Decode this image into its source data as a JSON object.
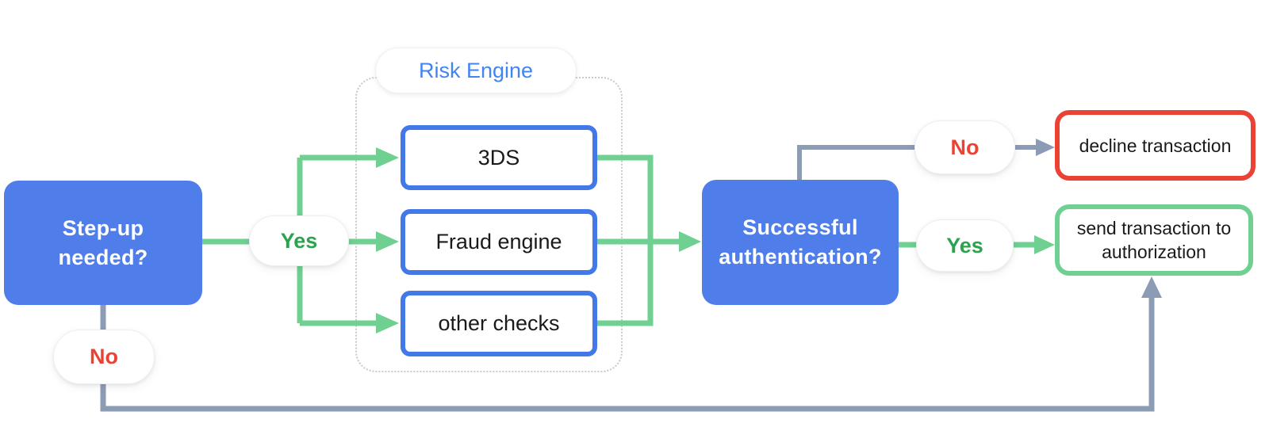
{
  "colors": {
    "node_blue": "#4F7DE9",
    "border_blue": "#4278E8",
    "line_green": "#6FD092",
    "text_green": "#2BA24E",
    "text_red": "#EA4335",
    "border_red": "#EA4335",
    "line_gray": "#8D9CB5",
    "label_blue": "#4184F3",
    "text_dark": "#1A1A1A",
    "dot_gray": "#C9C9C9"
  },
  "nodes": {
    "step_up_question": "Step-up\nneeded?",
    "risk_engine_label": "Risk Engine",
    "check_3ds": "3DS",
    "check_fraud": "Fraud engine",
    "check_other": "other checks",
    "auth_question": "Successful\nauthentication?",
    "decline_outcome": "decline transaction",
    "authorize_outcome": "send transaction to\nauthorization"
  },
  "decision_labels": {
    "step_up_yes": "Yes",
    "step_up_no": "No",
    "auth_no": "No",
    "auth_yes": "Yes"
  }
}
